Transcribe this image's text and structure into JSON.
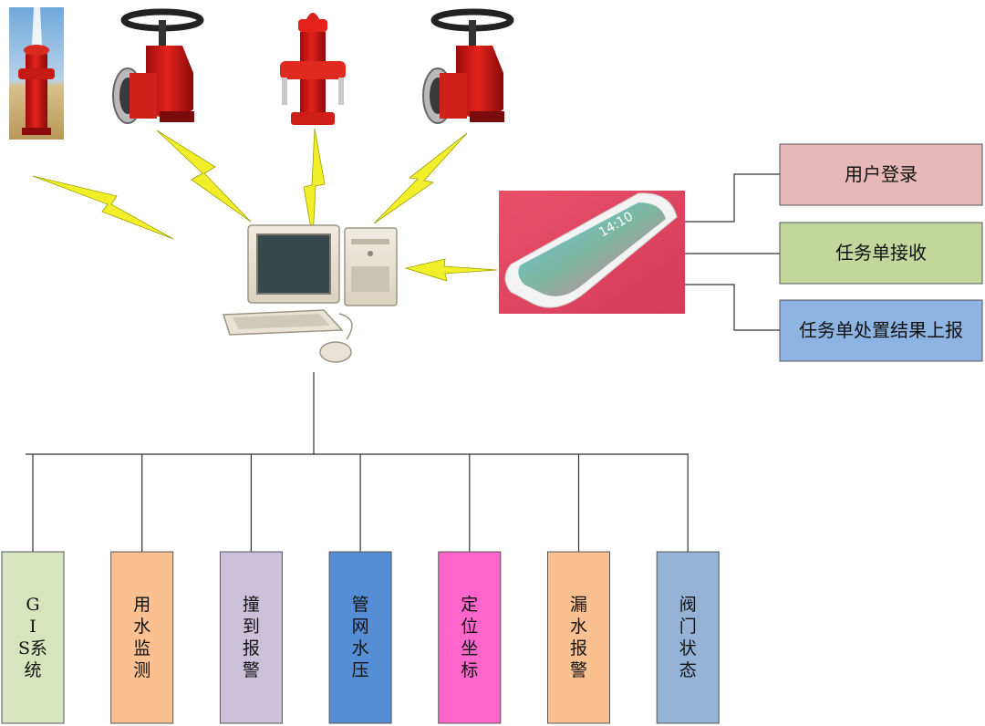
{
  "phone_functions": [
    {
      "label": "用户登录",
      "color": "#e6b8b7"
    },
    {
      "label": "任务单接收",
      "color": "#c3d69b"
    },
    {
      "label": "任务单处置结果上报",
      "color": "#8db3e2"
    }
  ],
  "phone_screen_time": "14:10",
  "modules": [
    {
      "chars": [
        "G",
        "I",
        "S系",
        "统"
      ],
      "color": "#d7e4bd"
    },
    {
      "chars": [
        "用",
        "水",
        "监",
        "测"
      ],
      "color": "#fac090"
    },
    {
      "chars": [
        "撞",
        "到",
        "报",
        "警"
      ],
      "color": "#ccc1da"
    },
    {
      "chars": [
        "管",
        "网",
        "水",
        "压"
      ],
      "color": "#558ed5"
    },
    {
      "chars": [
        "定",
        "位",
        "坐",
        "标"
      ],
      "color": "#ff66cc"
    },
    {
      "chars": [
        "漏",
        "水",
        "报",
        "警"
      ],
      "color": "#fac090"
    },
    {
      "chars": [
        "阀",
        "门",
        "状",
        "态"
      ],
      "color": "#95b3d7"
    }
  ],
  "devices": [
    {
      "icon": "spraying-hydrant-icon"
    },
    {
      "icon": "fire-valve-icon"
    },
    {
      "icon": "fire-hydrant-icon"
    },
    {
      "icon": "fire-valve-icon"
    }
  ],
  "center_icon": "computer-icon",
  "phone_icon": "smartphone-icon"
}
